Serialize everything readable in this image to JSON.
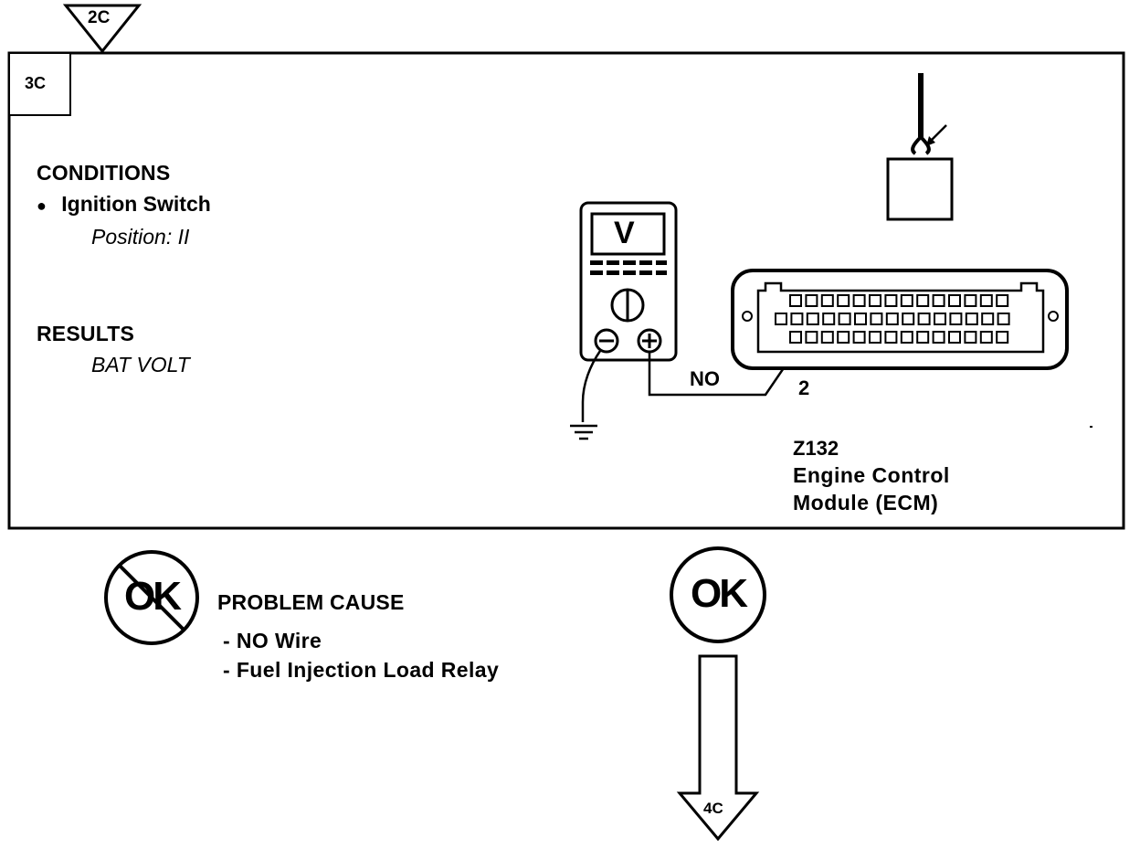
{
  "flow": {
    "entry_connector": "2C",
    "step_id": "3C",
    "exit_connector": "4C"
  },
  "conditions": {
    "heading": "CONDITIONS",
    "bullet": "●",
    "item": "Ignition Switch",
    "detail": "Position: II"
  },
  "results": {
    "heading": "RESULTS",
    "value": "BAT VOLT"
  },
  "meter": {
    "display": "V"
  },
  "wire": {
    "label": "NO",
    "pin": "2"
  },
  "component": {
    "code": "Z132",
    "name_line1": "Engine Control",
    "name_line2": "Module (ECM)"
  },
  "outcome_not_ok": {
    "badge": "OK",
    "heading": "PROBLEM CAUSE",
    "causes": [
      "- NO Wire",
      "- Fuel Injection Load Relay"
    ]
  },
  "outcome_ok": {
    "badge": "OK"
  }
}
